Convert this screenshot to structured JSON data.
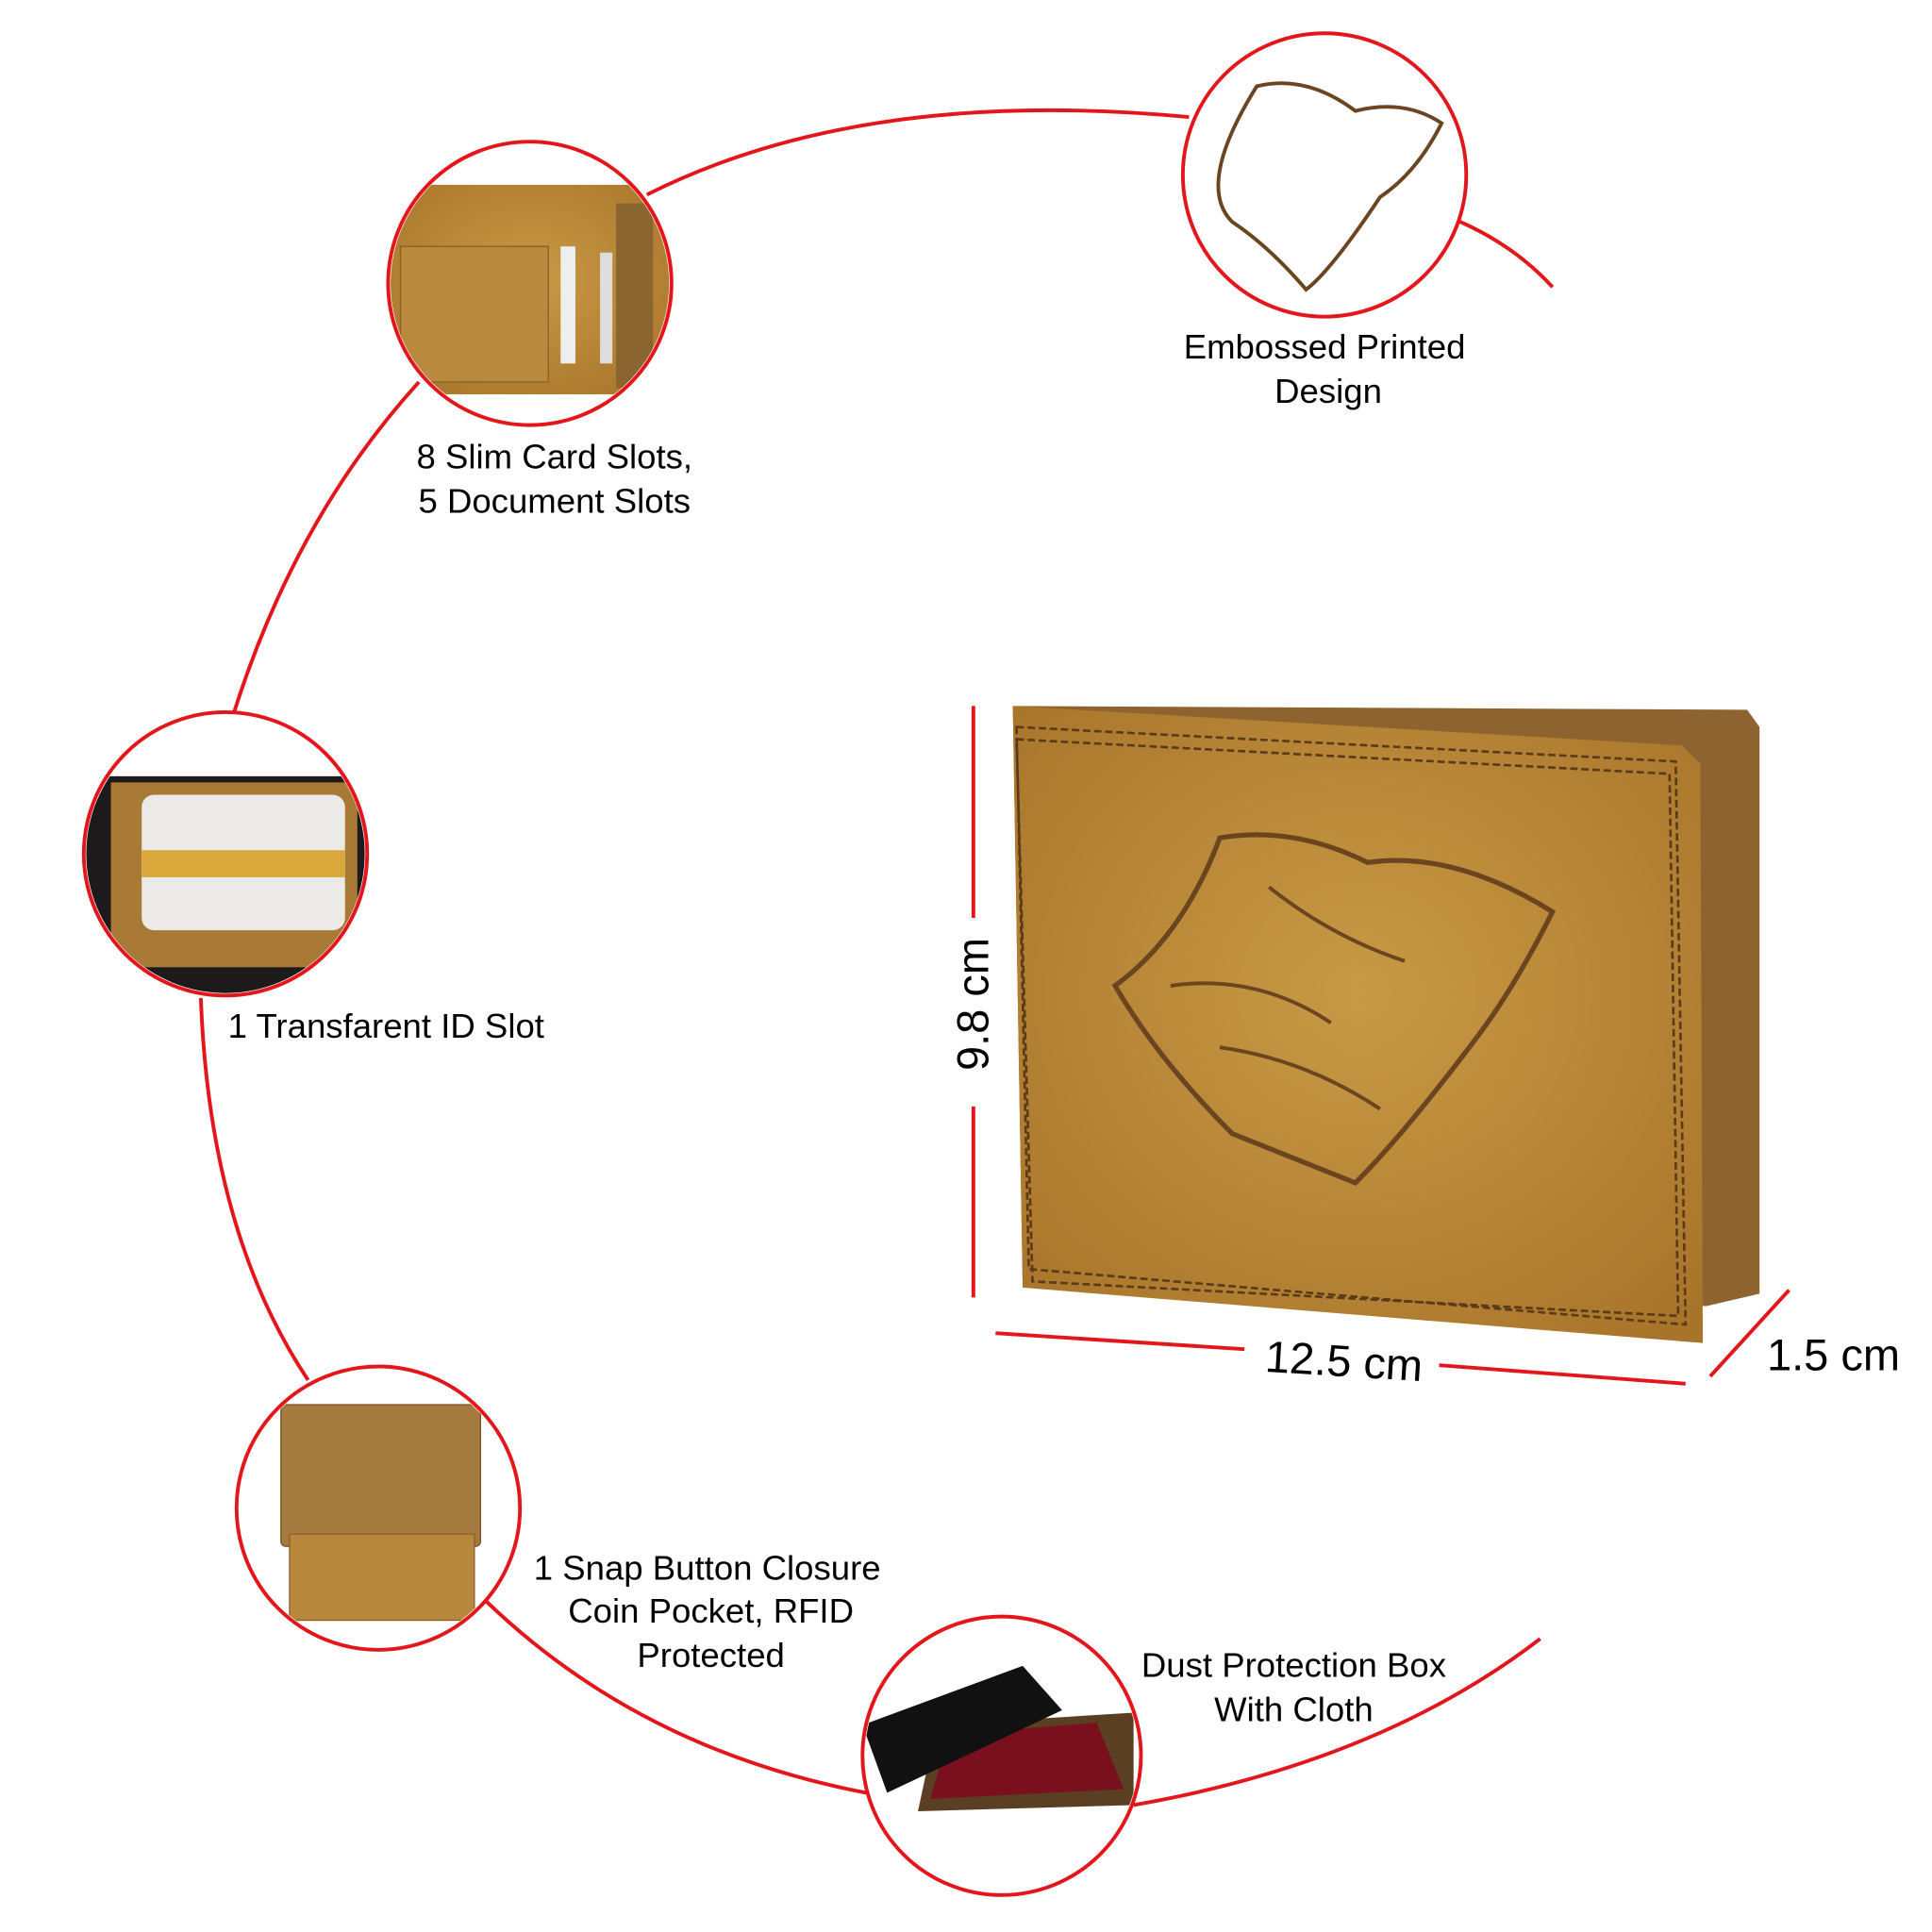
{
  "features": {
    "card_slots": [
      "8 Slim Card Slots,",
      "5 Document Slots"
    ],
    "embossed": [
      "Embossed Printed",
      "Design"
    ],
    "id_slot": [
      "1 Transfarent ID Slot"
    ],
    "coin_pocket": [
      "1 Snap Button Closure",
      "Coin Pocket, RFID",
      "Protected"
    ],
    "box": [
      "Dust Protection Box",
      "With Cloth"
    ]
  },
  "dimensions": {
    "height": "9.8 cm",
    "width": "12.5 cm",
    "depth": "1.5 cm"
  },
  "colors": {
    "accent": "#e3161b",
    "leather": "#b8852f",
    "leather_dark": "#7a5124",
    "cloth": "#7a0f1e"
  }
}
